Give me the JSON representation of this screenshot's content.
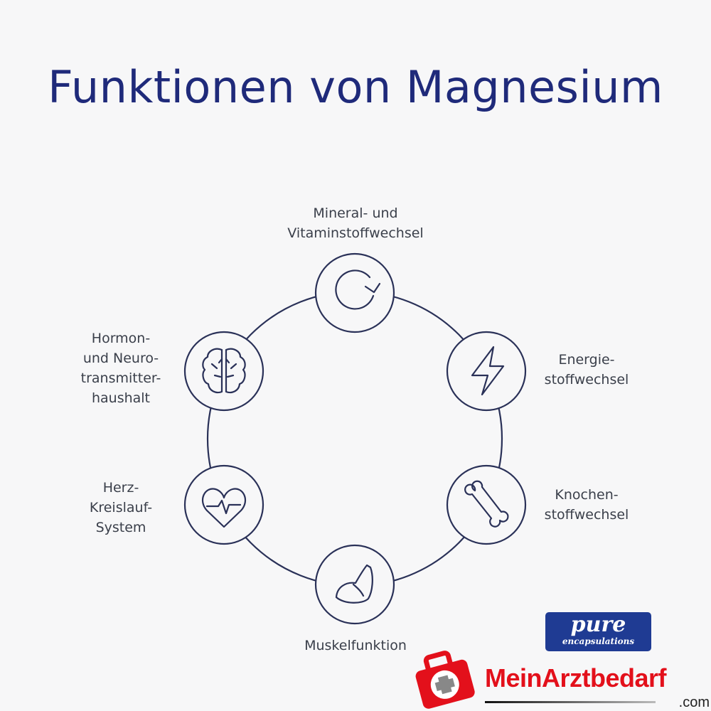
{
  "title": "Funktionen von Magnesium",
  "colors": {
    "navy": "#1f2a7a",
    "line": "#2a3158",
    "brand_red": "#e3101b",
    "pure_blue": "#1f3b93"
  },
  "nodes": [
    {
      "label": "Mineral- und\nVitaminstoffwechsel",
      "icon": "cycle-arrow-icon"
    },
    {
      "label": "Energie-\nstoffwechsel",
      "icon": "lightning-icon"
    },
    {
      "label": "Knochen-\nstoffwechsel",
      "icon": "bone-icon"
    },
    {
      "label": "Muskelfunktion",
      "icon": "flexed-arm-icon"
    },
    {
      "label": "Herz-\nKreislauf-\nSystem",
      "icon": "heart-pulse-icon"
    },
    {
      "label": "Hormon-\nund Neuro-\ntransmitter-\nhaushalt",
      "icon": "brain-icon"
    }
  ],
  "logos": {
    "pure_main": "pure",
    "pure_sub": "encapsulations",
    "shop_name": "MeinArztbedarf",
    "shop_tld": ".com"
  }
}
